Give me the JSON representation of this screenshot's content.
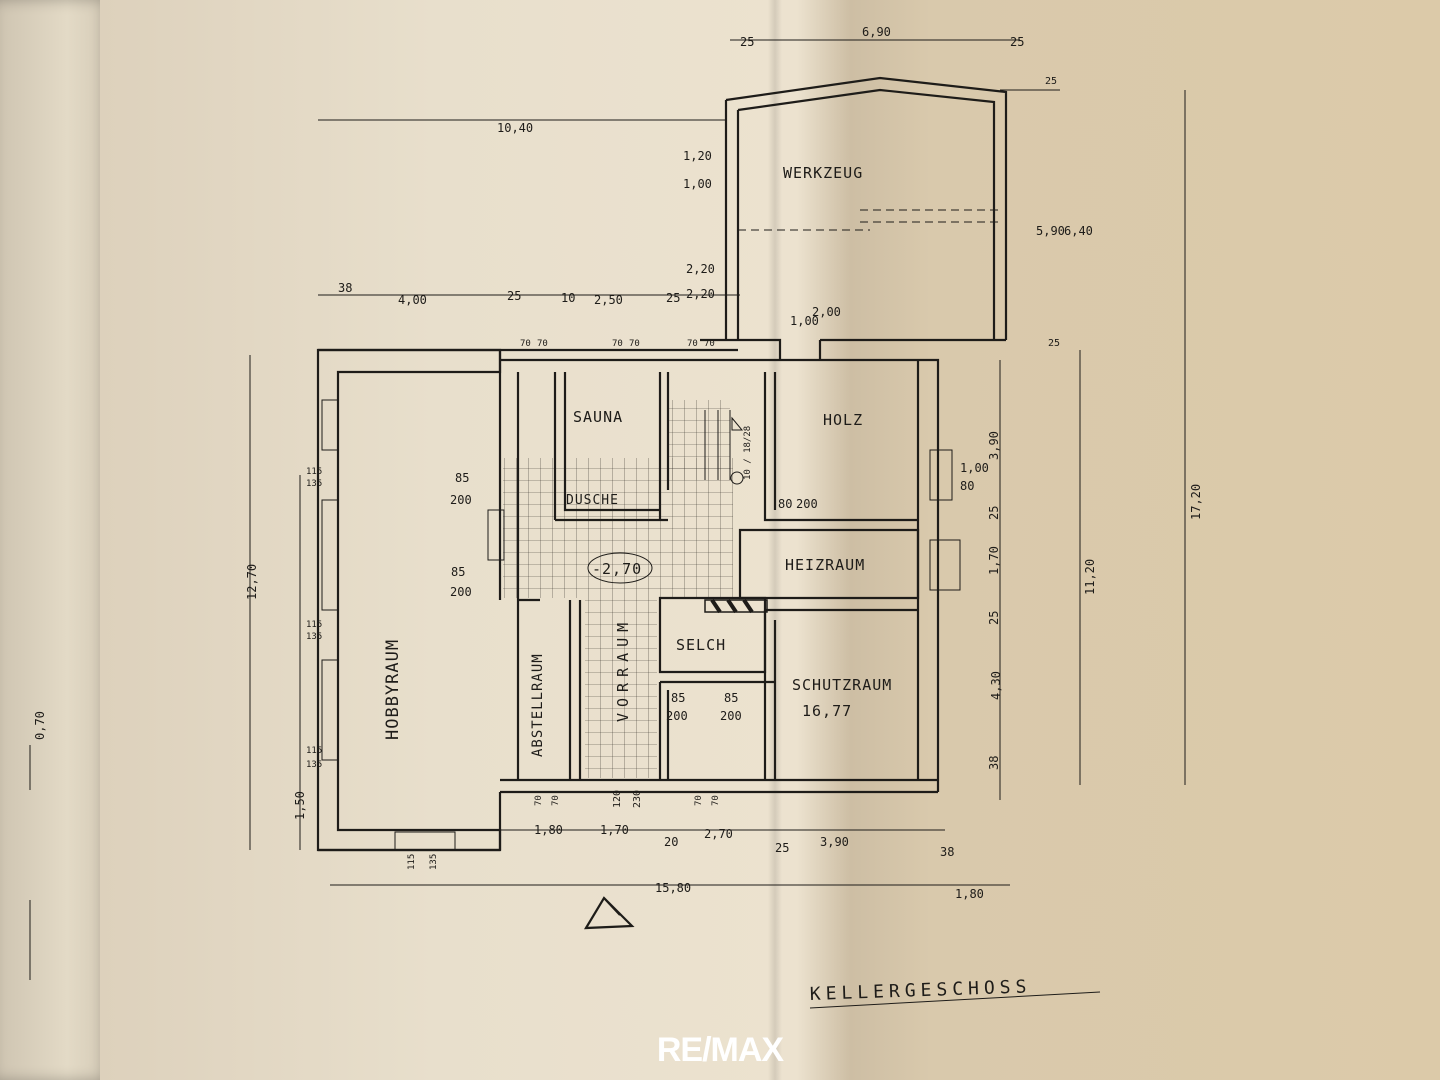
{
  "drawing": {
    "title": "KELLERGESCHOSS",
    "level": "-2,70",
    "rooms": {
      "werkzeug": "WERKZEUG",
      "sauna": "SAUNA",
      "holz": "HOLZ",
      "dusche": "DUSCHE",
      "heizraum": "HEIZRAUM",
      "hobbyraum": "HOBBYRAUM",
      "abstellraum": "ABSTELLRAUM",
      "vorraum": "VORRAUM",
      "selch": "SELCH",
      "schutzraum": "SCHUTZRAUM",
      "schutzraum_area": "16,77"
    },
    "dimensions": {
      "top_left_total": "10,40",
      "top_werkzeug": "6,90",
      "top_25_a": "25",
      "top_25_b": "25",
      "opening_120": "1,20",
      "opening_100": "1,00",
      "opening_220_a": "2,20",
      "opening_220_b": "2,20",
      "row_38": "38",
      "row_400": "4,00",
      "row_25_a": "25",
      "row_10": "10",
      "row_250": "2,50",
      "row_25_b": "25",
      "door_70_a": "70",
      "door_70_b": "70",
      "door_70_c": "70",
      "door_70_d": "70",
      "door_70_e": "70",
      "door_70_f": "70",
      "holz_100": "1,00",
      "holz_200": "2,00",
      "right_25_top": "25",
      "right_590": "5,90",
      "right_640": "6,40",
      "right_25_mid": "25",
      "total_height": "17,20",
      "right_390": "3,90",
      "right_100": "1,00",
      "right_80": "80",
      "right_25_b": "25",
      "right_170": "1,70",
      "right_25_c": "25",
      "right_430": "4,30",
      "right_38": "38",
      "right_1120": "11,20",
      "left_1270": "12,70",
      "left_150": "1,50",
      "win_115_a": "115",
      "win_135_a": "135",
      "win_115_b": "115",
      "win_135_b": "135",
      "win_115_c": "115",
      "win_135_c": "135",
      "win_115_d": "115",
      "win_135_d": "135",
      "door_85_a": "85",
      "door_200_a": "200",
      "door_85_b": "85",
      "door_200_b": "200",
      "door_80": "80",
      "door_200_c": "200",
      "door_85_c": "85",
      "door_200_d": "200",
      "door_85_d": "85",
      "door_200_e": "200",
      "stair": "10 / 18/28",
      "bottom_180": "1,80",
      "bottom_170": "1,70",
      "bottom_20": "20",
      "bottom_270": "2,70",
      "bottom_25": "25",
      "bottom_390": "3,90",
      "bottom_38": "38",
      "bottom_total": "15,80",
      "bottom_right_180": "1,80",
      "bottom_120": "120",
      "bottom_230": "230",
      "bottom_70_a": "70",
      "bottom_70_b": "70",
      "bottom_70_c": "70",
      "bottom_70_d": "70",
      "left_margin_070": "0,70"
    }
  },
  "brand": {
    "logo": "RE/MAX",
    "logo_color": "#ffffff"
  }
}
